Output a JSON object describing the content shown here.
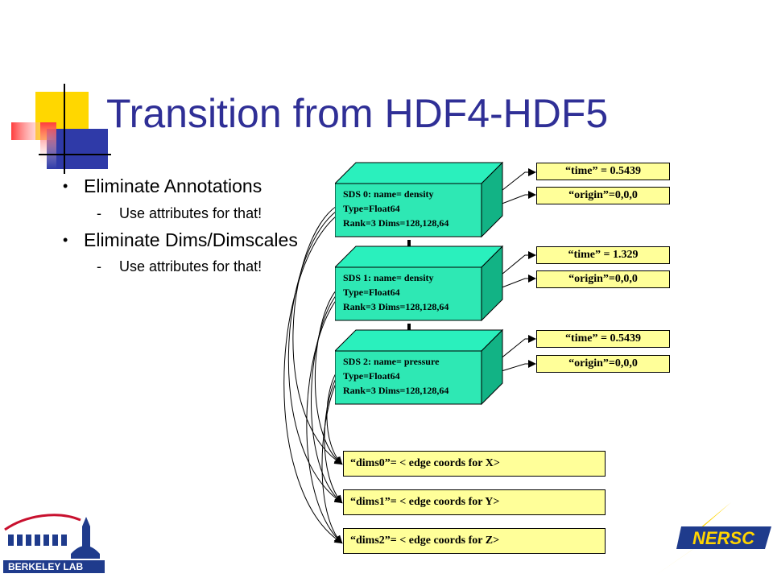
{
  "title": "Transition from HDF4-HDF5",
  "bullets": [
    {
      "text": "Eliminate Annotations",
      "sub": "Use attributes for that!"
    },
    {
      "text": "Eliminate Dims/Dimscales",
      "sub": "Use attributes for that!"
    }
  ],
  "bullet_glyph": "•",
  "sub_glyph": "-",
  "sds": [
    {
      "line1": "SDS 0:   name= density",
      "line2": "Type=Float64",
      "line3": "Rank=3 Dims=128,128,64",
      "attr_time": "“time” = 0.5439",
      "attr_origin": "“origin”=0,0,0"
    },
    {
      "line1": "SDS 1:   name= density",
      "line2": "Type=Float64",
      "line3": "Rank=3 Dims=128,128,64",
      "attr_time": "“time” = 1.329",
      "attr_origin": "“origin”=0,0,0"
    },
    {
      "line1": "SDS 2:   name= pressure",
      "line2": "Type=Float64",
      "line3": "Rank=3 Dims=128,128,64",
      "attr_time": "“time” = 0.5439",
      "attr_origin": "“origin”=0,0,0"
    }
  ],
  "dims": [
    "“dims0”= < edge coords for X>",
    "“dims1”= < edge coords for Y>",
    "“dims2”= < edge coords for Z>"
  ],
  "logos": {
    "left": "BERKELEY LAB",
    "right": "NERSC"
  },
  "colors": {
    "title": "#2f2f96",
    "box_front": "#2ee8b4",
    "box_top": "#2af0bd",
    "box_side": "#12b385",
    "attr_fill": "#ffff99",
    "deco_yellow": "#ffd700",
    "deco_blue": "#2f3aa8",
    "deco_red": "#ff3c3c"
  }
}
